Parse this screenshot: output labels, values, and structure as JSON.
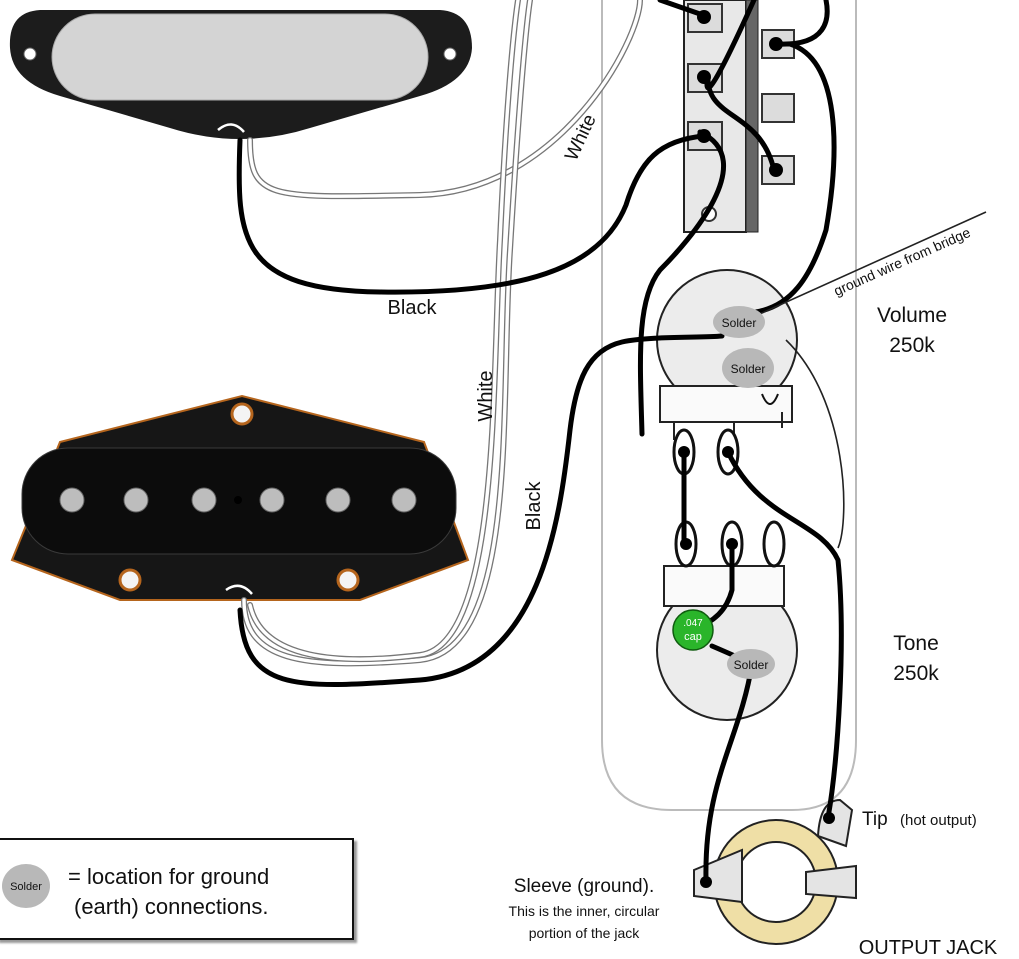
{
  "wires": {
    "white_top": "White",
    "white_mid": "White",
    "black_mid": "Black",
    "black_vertical": "Black",
    "ground_wire": "ground wire from bridge"
  },
  "pots": {
    "volume": {
      "name": "Volume",
      "value": "250k"
    },
    "tone": {
      "name": "Tone",
      "value": "250k"
    },
    "cap": {
      "line1": ".047",
      "line2": "cap"
    }
  },
  "solder_label": "Solder",
  "jack": {
    "tip": "Tip",
    "tip_note": "(hot output)",
    "sleeve": "Sleeve (ground).",
    "sleeve_note1": "This is the inner, circular",
    "sleeve_note2": "portion of the jack",
    "title": "OUTPUT JACK"
  },
  "legend": {
    "solder": "Solder",
    "text_line1": "= location for ground",
    "text_line2": "(earth) connections."
  }
}
